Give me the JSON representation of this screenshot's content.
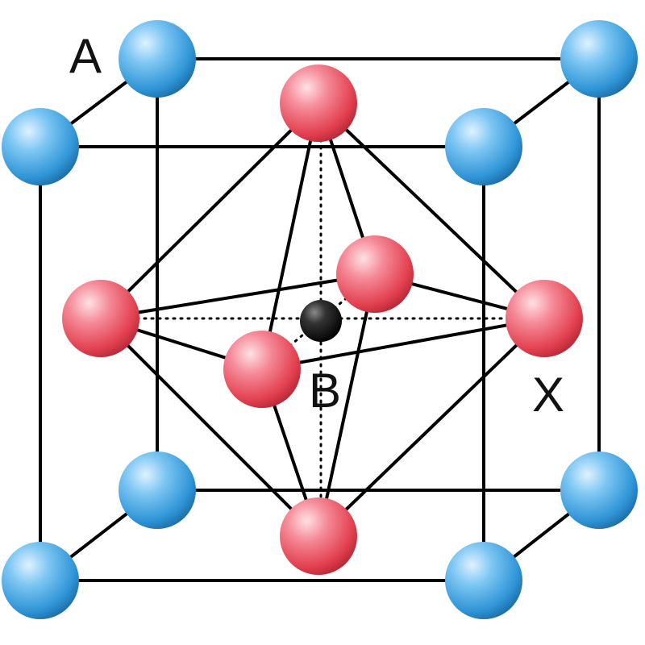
{
  "labels": {
    "a_site": "A",
    "b_site": "B",
    "x_site": "X"
  },
  "colors": {
    "a_atom": "#3a9fe0",
    "x_atom": "#e84a5f",
    "b_atom": "#111111",
    "edge": "#000000",
    "background": "#ffffff"
  }
}
